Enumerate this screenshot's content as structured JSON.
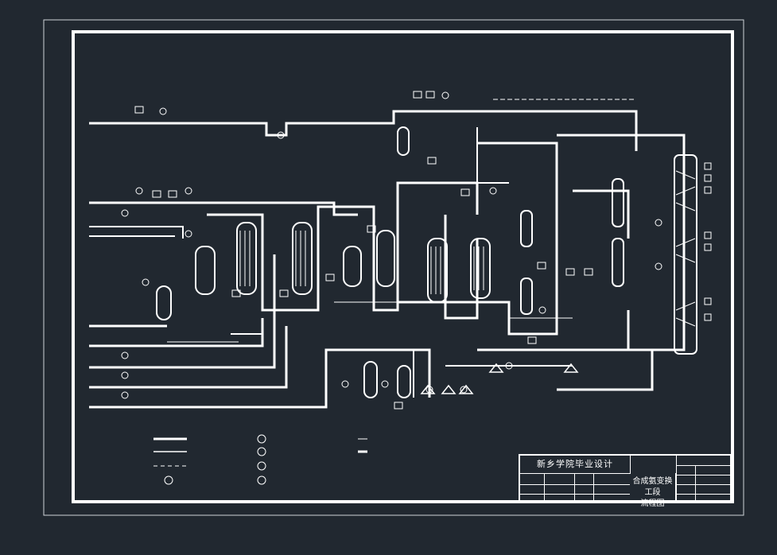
{
  "title_block": {
    "school": "新乡学院毕业设计",
    "drawing_title_line1": "合成氨变换工段",
    "drawing_title_line2": "流程图"
  },
  "colors": {
    "background": "#212830",
    "line": "#ffffff"
  }
}
